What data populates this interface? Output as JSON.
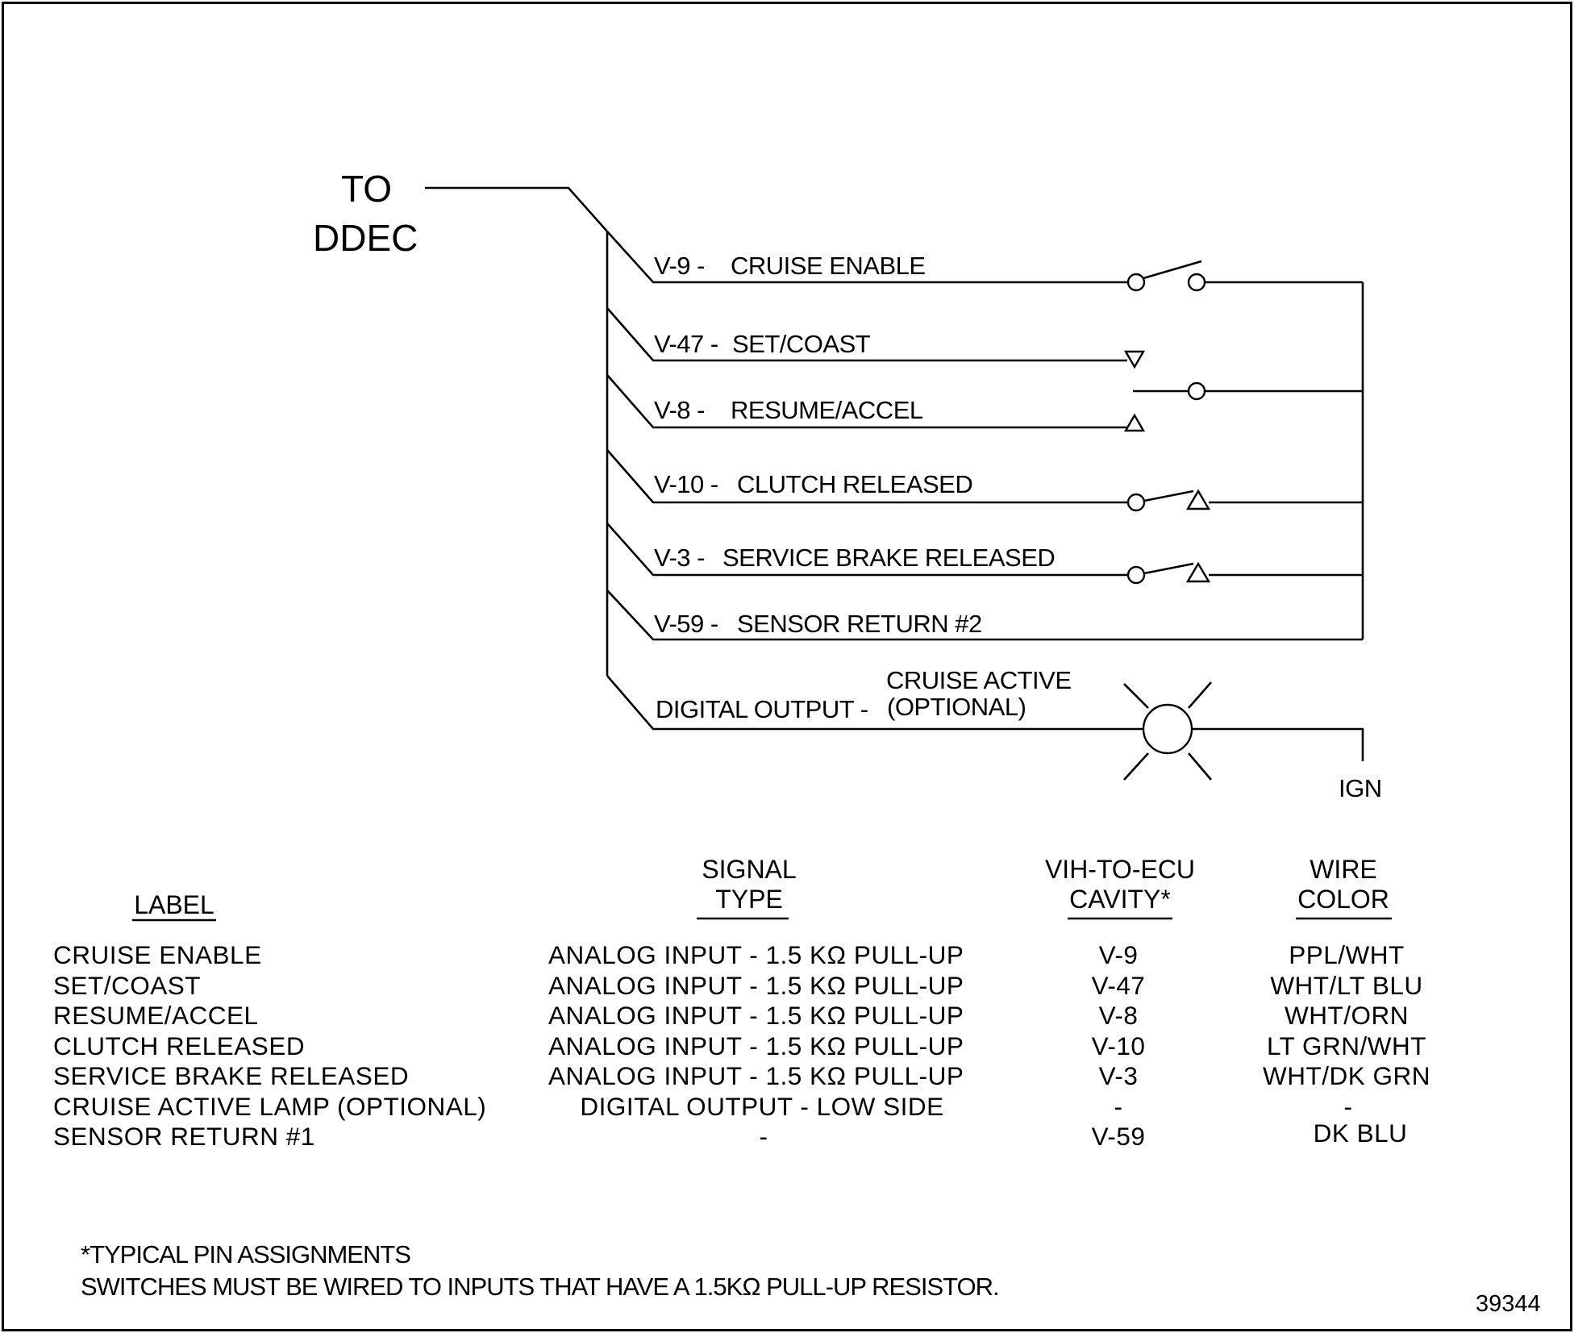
{
  "diagram": {
    "to_label": [
      "TO",
      "DDEC"
    ],
    "wires": [
      {
        "pin": "V-9 -",
        "function": "CRUISE ENABLE",
        "device": "toggle-switch"
      },
      {
        "pin": "V-47 -",
        "function": "SET/COAST",
        "device": "momentary-contact-down"
      },
      {
        "pin": "V-8 -",
        "function": "RESUME/ACCEL",
        "device": "momentary-contact-up"
      },
      {
        "pin": "V-10 -",
        "function": "CLUTCH RELEASED",
        "device": "normally-closed-switch"
      },
      {
        "pin": "V-3 -",
        "function": "SERVICE BRAKE RELEASED",
        "device": "normally-closed-switch"
      },
      {
        "pin": "V-59 -",
        "function": "SENSOR RETURN #2",
        "device": "return"
      }
    ],
    "digital_output": {
      "label": "DIGITAL OUTPUT -",
      "lamp_label_1": "CRUISE ACTIVE",
      "lamp_label_2": "(OPTIONAL)",
      "device": "lamp-icon"
    },
    "ign_label": "IGN"
  },
  "table": {
    "headers": {
      "label": "LABEL",
      "signal_1": "SIGNAL",
      "signal_2": "TYPE",
      "cavity_1": "VIH-TO-ECU",
      "cavity_2": "CAVITY*",
      "wire_1": "WIRE",
      "wire_2": "COLOR"
    },
    "rows": [
      {
        "label": "CRUISE ENABLE",
        "signal": "ANALOG INPUT - 1.5 KΩ PULL-UP",
        "cavity": "V-9",
        "color": "PPL/WHT"
      },
      {
        "label": "SET/COAST",
        "signal": "ANALOG INPUT - 1.5 KΩ PULL-UP",
        "cavity": "V-47",
        "color": "WHT/LT BLU"
      },
      {
        "label": "RESUME/ACCEL",
        "signal": "ANALOG INPUT - 1.5 KΩ PULL-UP",
        "cavity": "V-8",
        "color": "WHT/ORN"
      },
      {
        "label": "CLUTCH RELEASED",
        "signal": "ANALOG INPUT - 1.5 KΩ PULL-UP",
        "cavity": "V-10",
        "color": "LT GRN/WHT"
      },
      {
        "label": "SERVICE BRAKE RELEASED",
        "signal": "ANALOG INPUT - 1.5 KΩ PULL-UP",
        "cavity": "V-3",
        "color": "WHT/DK GRN"
      },
      {
        "label": "CRUISE ACTIVE LAMP (OPTIONAL)",
        "signal": "DIGITAL OUTPUT - LOW SIDE",
        "cavity": "-",
        "color": "-"
      },
      {
        "label": "SENSOR RETURN #1",
        "signal": "-",
        "cavity": "V-59",
        "color": "DK BLU"
      }
    ]
  },
  "notes": {
    "line1": "*TYPICAL PIN ASSIGNMENTS",
    "line2": "SWITCHES MUST BE WIRED TO  INPUTS THAT HAVE A 1.5KΩ PULL-UP RESISTOR."
  },
  "figure_number": "39344"
}
